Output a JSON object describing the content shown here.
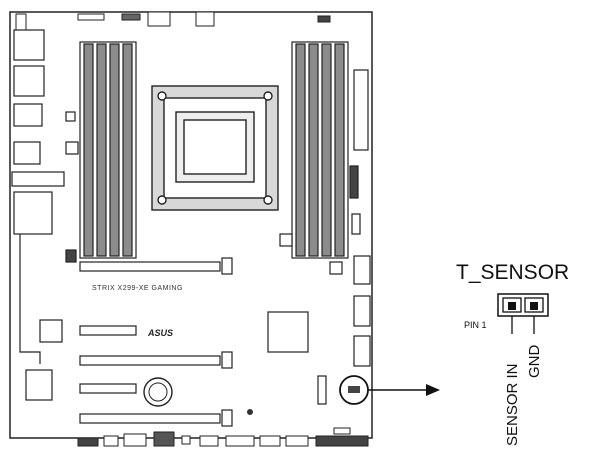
{
  "board": {
    "model_silkscreen": "STRIX X299-XE GAMING",
    "brand_silkscreen": "ASUS"
  },
  "header": {
    "name": "T_SENSOR",
    "pin1_label": "PIN 1",
    "pins": [
      {
        "label": "SENSOR IN"
      },
      {
        "label": "GND"
      }
    ]
  },
  "colors": {
    "line": "#222222",
    "dimm_fill": "#8c8c8c",
    "socket_fill": "#d8d8d8",
    "background": "#ffffff"
  }
}
